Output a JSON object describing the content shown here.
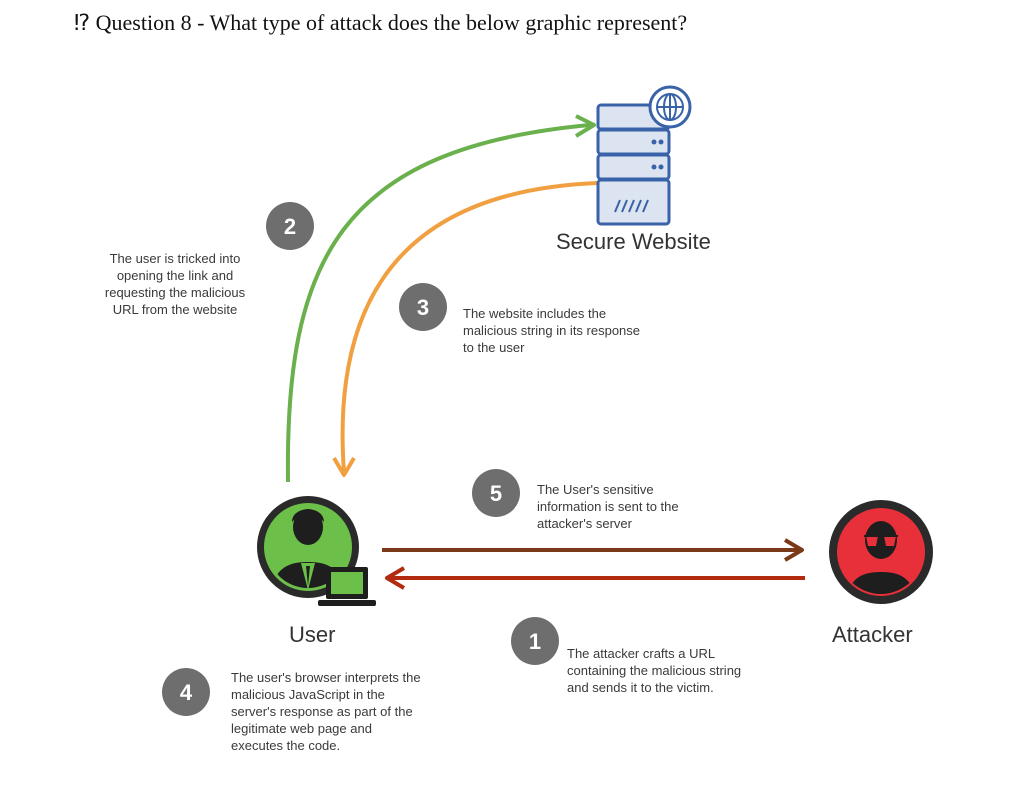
{
  "question": {
    "title": "⁉ Question 8 - What type of attack does the below graphic represent?"
  },
  "nodes": {
    "server_label": "Secure Website",
    "user_label": "User",
    "attacker_label": "Attacker"
  },
  "steps": [
    {
      "number": "1",
      "lines": [
        "The attacker crafts a URL",
        "containing the malicious string",
        "and sends it to the victim."
      ]
    },
    {
      "number": "2",
      "lines": [
        "The user is tricked into",
        "opening the link and",
        "requesting the malicious",
        "URL from the website"
      ]
    },
    {
      "number": "3",
      "lines": [
        "The website includes the",
        "malicious string in its response",
        "to the user"
      ]
    },
    {
      "number": "4",
      "lines": [
        "The user's browser interprets the",
        "malicious JavaScript in the",
        "server's response as part of the",
        "legitimate web page and",
        "executes the code."
      ]
    },
    {
      "number": "5",
      "lines": [
        "The User's sensitive",
        "information is sent to the",
        "attacker's server"
      ]
    }
  ],
  "colors": {
    "request_arrow": "#6ab04c",
    "response_arrow": "#f0a040",
    "data_arrow": "#7a3a18",
    "attack_arrow": "#b22a10",
    "user_ring": "#6cc04a",
    "attacker_ring": "#e8303a",
    "badge": "#6e6e6e"
  }
}
